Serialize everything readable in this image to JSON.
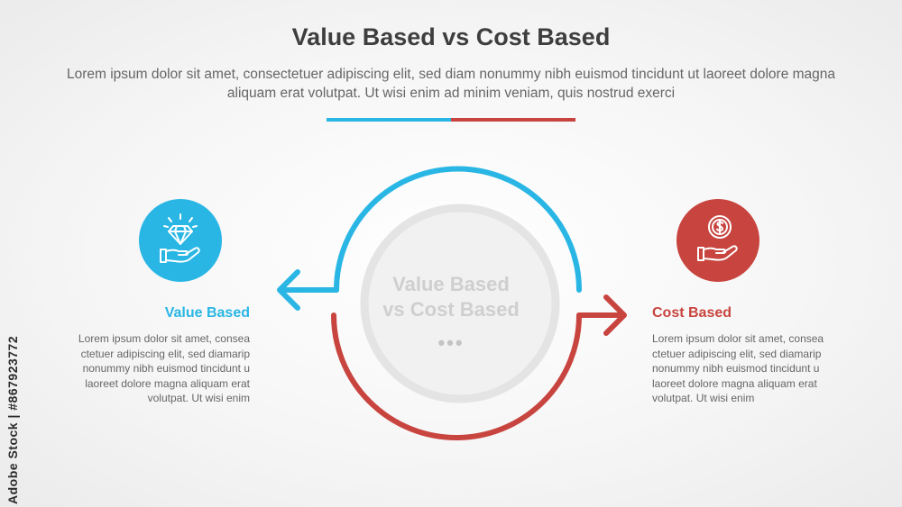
{
  "header": {
    "title": "Value Based vs Cost Based",
    "subtitle": "Lorem ipsum dolor sit amet, consectetuer adipiscing elit, sed diam nonummy nibh euismod tincidunt ut laoreet dolore magna aliquam erat volutpat. Ut wisi enim ad minim veniam, quis nostrud exerci"
  },
  "colors": {
    "blue": "#29b6e4",
    "red": "#c8443f",
    "ring": "#e4e4e4",
    "inner": "#f1f1f1"
  },
  "center": {
    "line1": "Value Based",
    "line2": "vs Cost Based",
    "dots": "•••"
  },
  "left": {
    "icon": "diamond-hand-icon",
    "title": "Value Based",
    "body": "Lorem ipsum dolor sit amet, consea ctetuer adipiscing elit, sed diamarip nonummy nibh euismod tincidunt u laoreet dolore magna aliquam erat volutpat. Ut wisi enim"
  },
  "right": {
    "icon": "coin-hand-icon",
    "title": "Cost Based",
    "body": "Lorem ipsum dolor sit amet, consea ctetuer adipiscing elit, sed diamarip nonummy nibh euismod tincidunt u laoreet dolore magna aliquam erat volutpat. Ut wisi enim"
  },
  "watermark": {
    "side_text": "Adobe Stock | #867923772"
  }
}
